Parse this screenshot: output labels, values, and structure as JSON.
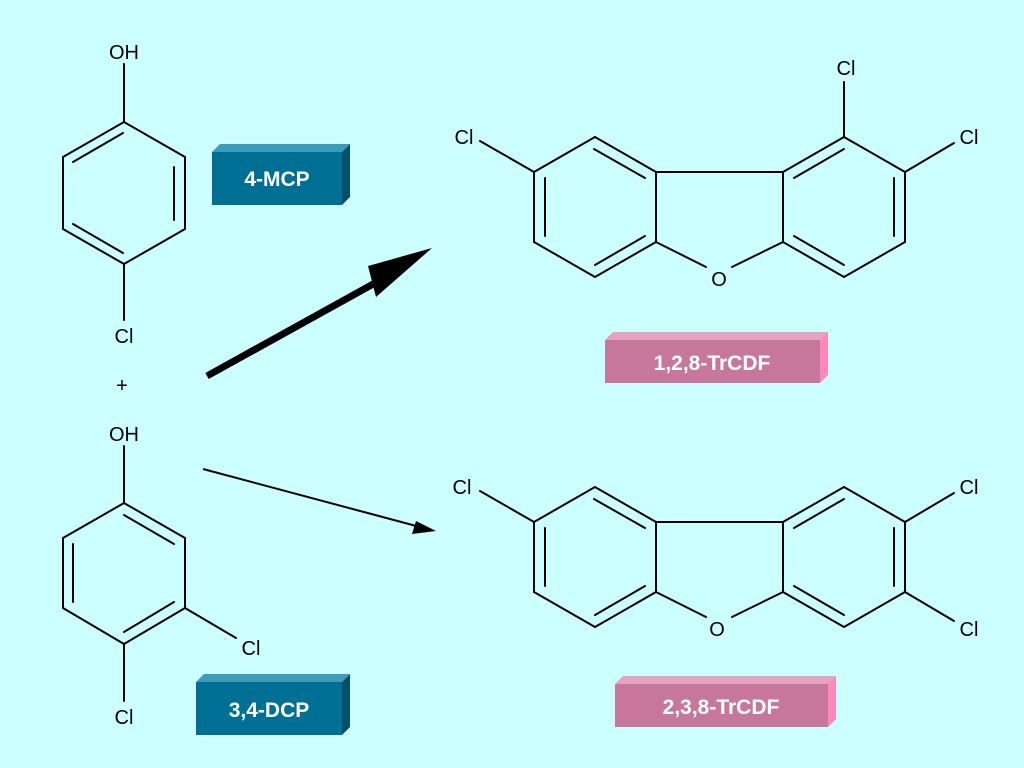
{
  "reactants": {
    "mcp": {
      "oh_label": "OH",
      "cl_label": "Cl",
      "name": "4-MCP",
      "box_color": "#006f94"
    },
    "plus": "+",
    "dcp": {
      "oh_label": "OH",
      "cl3_label": "Cl",
      "cl4_label": "Cl",
      "name": "3,4-DCP",
      "box_color": "#006f94"
    }
  },
  "products": {
    "trcdf_128": {
      "cl1_label": "Cl",
      "cl2_label": "Cl",
      "cl8_label": "Cl",
      "o_label": "O",
      "name": "1,2,8-TrCDF",
      "box_color": "#c7779c"
    },
    "trcdf_238": {
      "cl2_label": "Cl",
      "cl3_label": "Cl",
      "cl8_label": "Cl",
      "o_label": "O",
      "name": "2,3,8-TrCDF",
      "box_color": "#c7779c"
    }
  }
}
